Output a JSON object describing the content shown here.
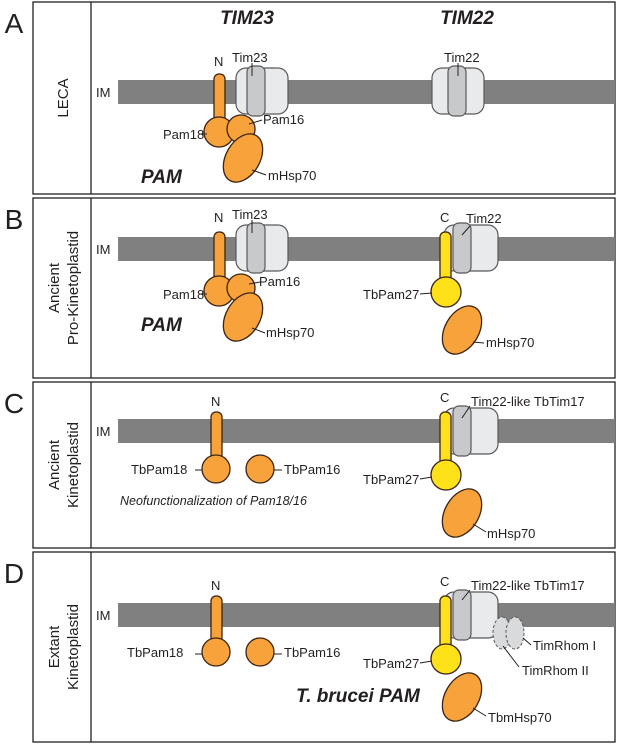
{
  "headers": {
    "tim23": "TIM23",
    "tim22": "TIM22"
  },
  "membrane_label": "IM",
  "panels": [
    {
      "letter": "A",
      "side_lines": [
        "LECA"
      ],
      "labels": {
        "n": "N",
        "tim23": "Tim23",
        "pam18": "Pam18",
        "pam16": "Pam16",
        "mhsp70": "mHsp70",
        "pam": "PAM",
        "tim22": "Tim22"
      }
    },
    {
      "letter": "B",
      "side_lines": [
        "Ancient",
        "Pro-Kinetoplastid"
      ],
      "labels": {
        "n": "N",
        "tim23": "Tim23",
        "pam18": "Pam18",
        "pam16": "Pam16",
        "mhsp70": "mHsp70",
        "pam": "PAM",
        "c": "C",
        "tim22": "Tim22",
        "tbpam27": "TbPam27",
        "mhsp70_right": "mHsp70"
      }
    },
    {
      "letter": "C",
      "side_lines": [
        "Ancient",
        "Kinetoplastid"
      ],
      "labels": {
        "n": "N",
        "tbpam18": "TbPam18",
        "tbpam16": "TbPam16",
        "note": "Neofunctionalization of Pam18/16",
        "c": "C",
        "tim22like": "Tim22-like TbTim17",
        "tbpam27": "TbPam27",
        "mhsp70_right": "mHsp70"
      }
    },
    {
      "letter": "D",
      "side_lines": [
        "Extant",
        "Kinetoplastid"
      ],
      "labels": {
        "n": "N",
        "tbpam18": "TbPam18",
        "tbpam16": "TbPam16",
        "c": "C",
        "tim22like": "Tim22-like TbTim17",
        "tbpam27": "TbPam27",
        "timrhom1": "TimRhom I",
        "timrhom2": "TimRhom II",
        "pam": "T. brucei PAM",
        "tbmhsp70": "TbmHsp70"
      }
    }
  ]
}
